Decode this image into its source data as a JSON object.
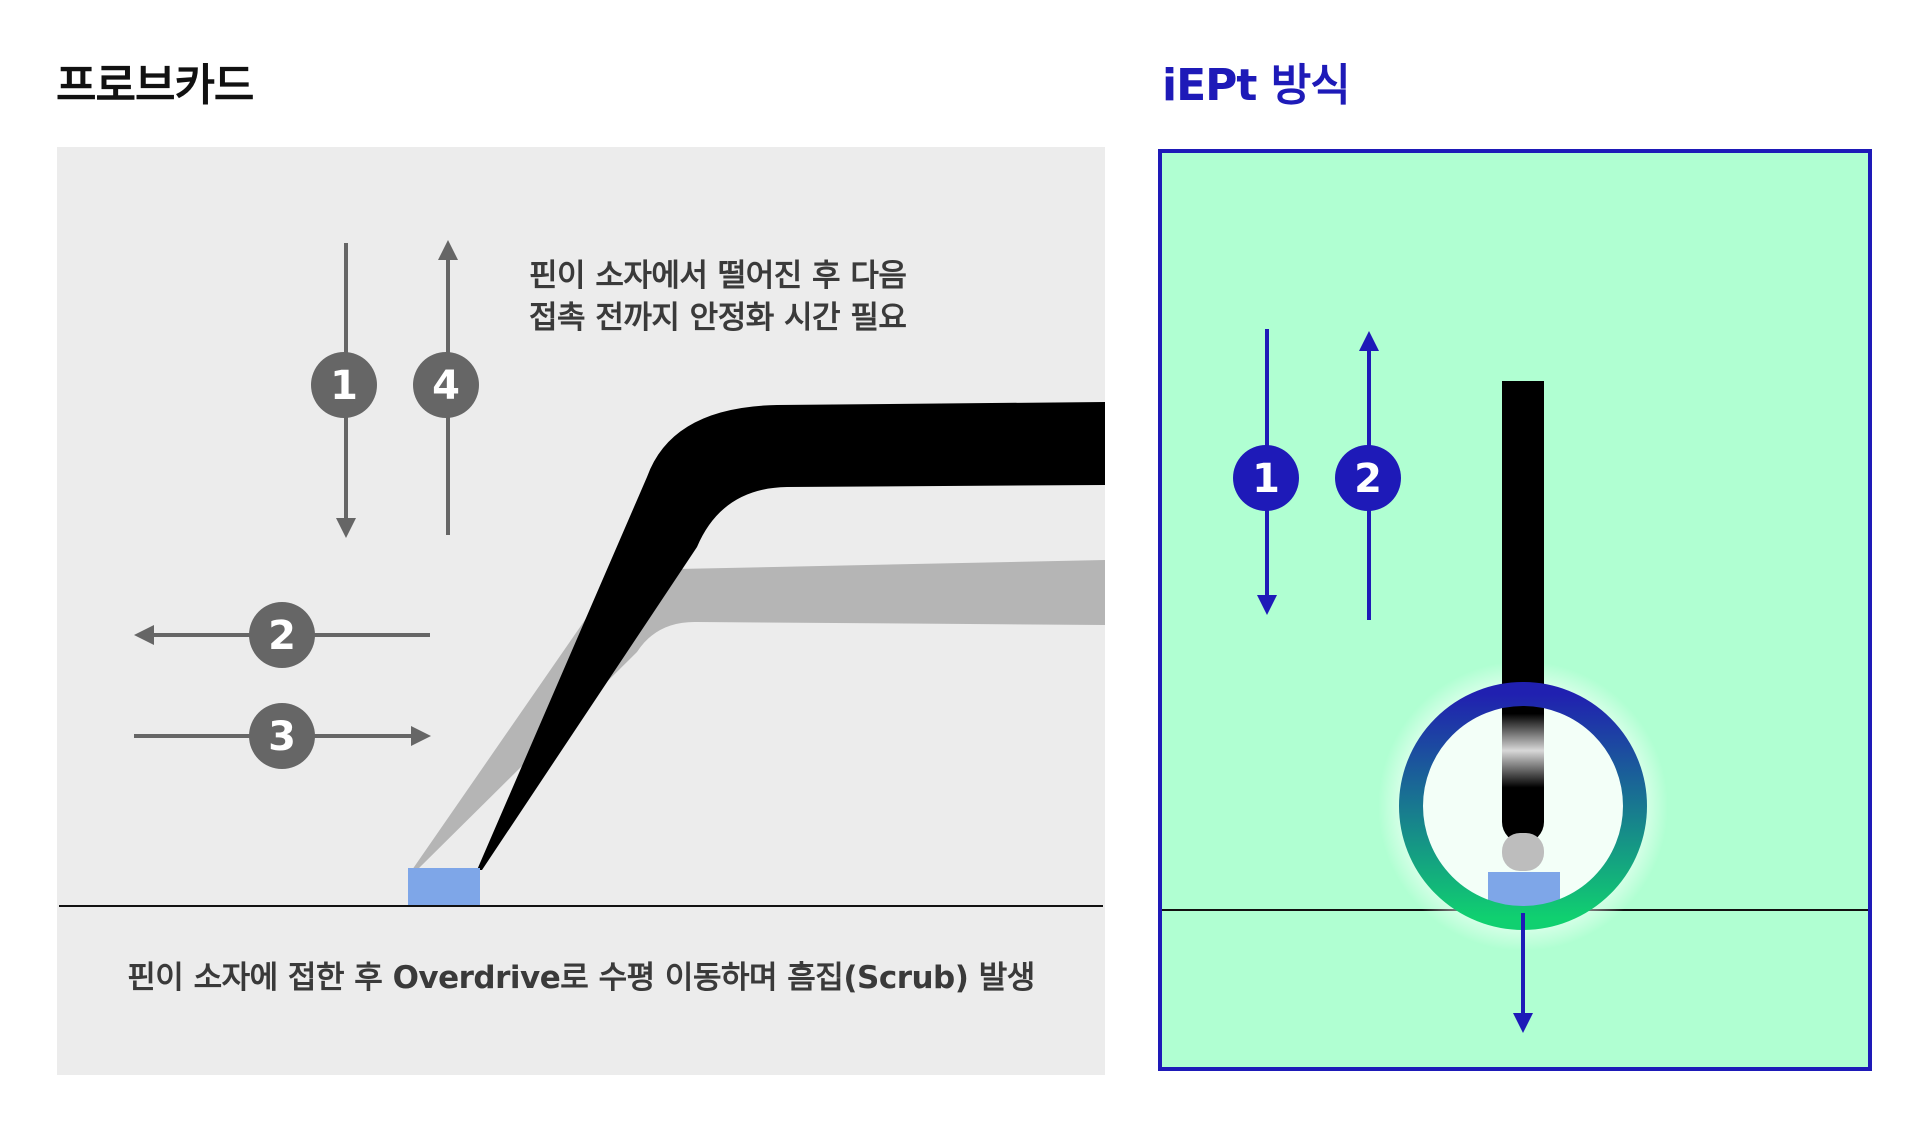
{
  "headings": {
    "left": "프로브카드",
    "right": "iEPt 방식"
  },
  "left_panel": {
    "note_top_line1": "핀이 소자에서 떨어진 후 다음",
    "note_top_line2": "접촉 전까지 안정화 시간 필요",
    "note_bottom": "핀이 소자에 접한 후 Overdrive로 수평 이동하며 흠집(Scrub) 발생",
    "steps": [
      "1",
      "4",
      "2",
      "3"
    ]
  },
  "right_panel": {
    "steps": [
      "1",
      "2"
    ]
  },
  "colors": {
    "left_panel_bg": "#ececec",
    "right_panel_bg": "#b0ffd2",
    "accent_blue": "#1e1ab8",
    "arrow_gray": "#666666",
    "pad_blue": "#7ea6e8",
    "ring_gradient_top": "#2020b0",
    "ring_gradient_bottom": "#10d070"
  }
}
